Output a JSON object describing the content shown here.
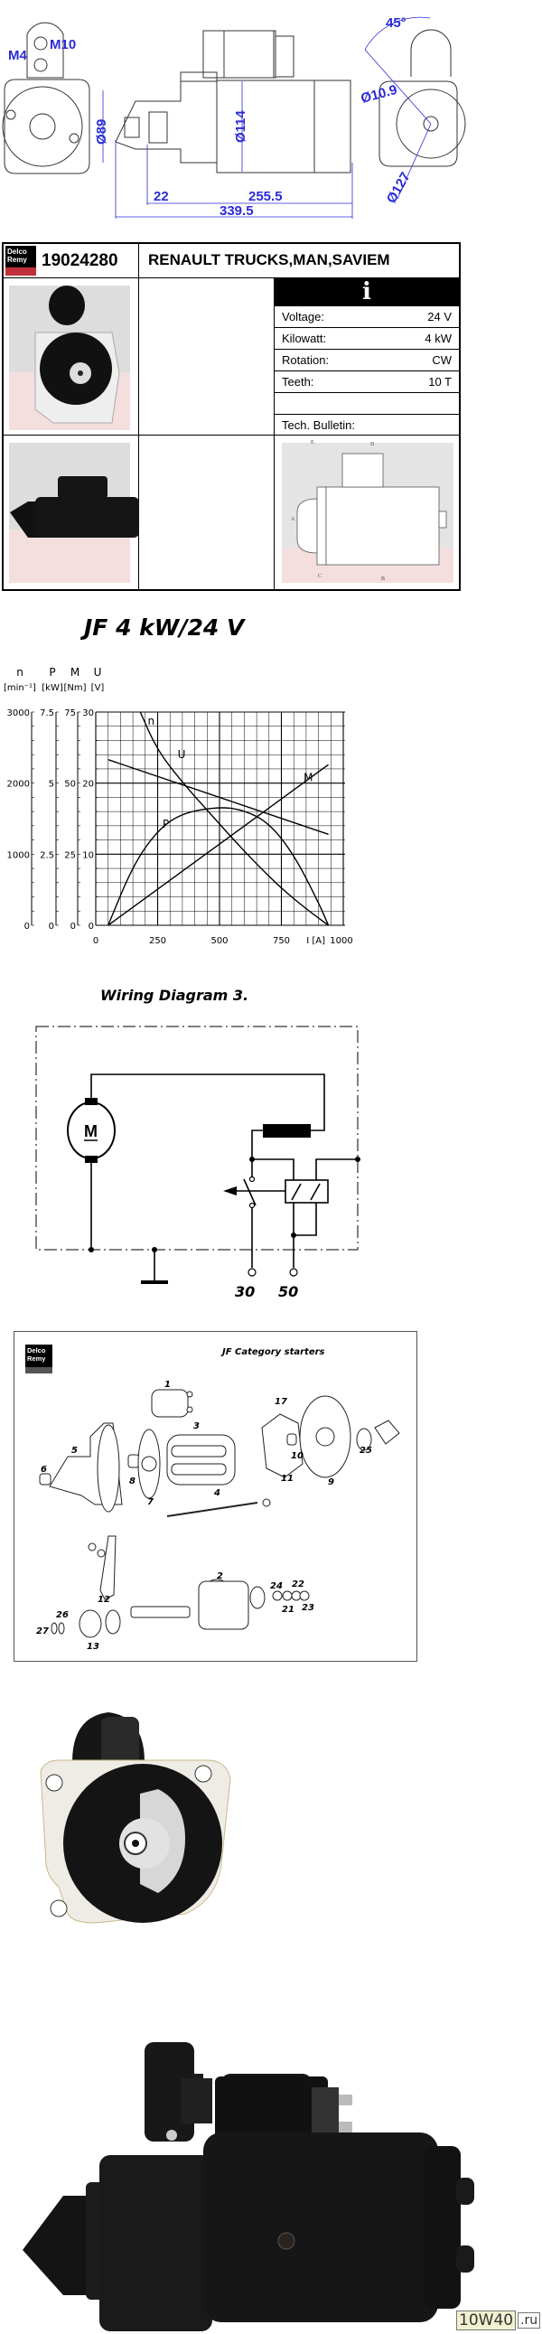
{
  "drawing": {
    "labels": {
      "m10": "M10",
      "m4": "M4",
      "d89": "Ø89",
      "d114": "Ø114",
      "l22": "22",
      "l255": "255.5",
      "l339": "339.5",
      "angle": "45°",
      "d109": "Ø10.9",
      "d127": "Ø127"
    },
    "colors": {
      "dimension": "#2b2bd6"
    }
  },
  "product": {
    "brand_logo": "Delco Remy",
    "part_number": "19024280",
    "applications": "RENAULT TRUCKS,MAN,SAVIEM",
    "info_icon": "i",
    "specs": [
      {
        "label": "Voltage:",
        "value": "24 V"
      },
      {
        "label": "Kilowatt:",
        "value": "4 kW"
      },
      {
        "label": "Rotation:",
        "value": "CW"
      },
      {
        "label": "Teeth:",
        "value": "10 T"
      },
      {
        "label": "",
        "value": ""
      },
      {
        "label": "Tech. Bulletin:",
        "value": ""
      }
    ],
    "tech_drawing_labels": {
      "a": "A",
      "b": "B",
      "c": "C",
      "d": "D",
      "e": "E"
    }
  },
  "chart_data": {
    "type": "line",
    "title": "JF 4 kW/24 V",
    "xlabel": "I [A]",
    "x_ticks": [
      "0",
      "250",
      "500",
      "750",
      "1000"
    ],
    "xlim": [
      0,
      1000
    ],
    "axes": [
      {
        "symbol": "n",
        "unit": "[min⁻¹]",
        "ticks": [
          "0",
          "1000",
          "2000",
          "3000"
        ],
        "range": [
          0,
          3000
        ]
      },
      {
        "symbol": "P",
        "unit": "[kW]",
        "ticks": [
          "0",
          "2.5",
          "5",
          "7.5"
        ],
        "range": [
          0,
          7.5
        ]
      },
      {
        "symbol": "M",
        "unit": "[Nm]",
        "ticks": [
          "0",
          "25",
          "50",
          "75"
        ],
        "range": [
          0,
          75
        ]
      },
      {
        "symbol": "U",
        "unit": "[V]",
        "ticks": [
          "0",
          "10",
          "20",
          "30"
        ],
        "range": [
          0,
          30
        ]
      }
    ],
    "grid": true,
    "series": [
      {
        "name": "n",
        "axis": 0,
        "points": [
          [
            180,
            3000
          ],
          [
            250,
            2450
          ],
          [
            365,
            1950
          ],
          [
            450,
            1620
          ],
          [
            550,
            1230
          ],
          [
            650,
            860
          ],
          [
            750,
            520
          ],
          [
            850,
            230
          ],
          [
            940,
            0
          ]
        ]
      },
      {
        "name": "U",
        "axis": 3,
        "points": [
          [
            50,
            23.3
          ],
          [
            940,
            12.8
          ]
        ]
      },
      {
        "name": "M",
        "axis": 2,
        "points": [
          [
            50,
            0
          ],
          [
            940,
            56.5
          ]
        ]
      },
      {
        "name": "P",
        "axis": 1,
        "points": [
          [
            50,
            0
          ],
          [
            150,
            2.1
          ],
          [
            250,
            3.35
          ],
          [
            350,
            3.95
          ],
          [
            500,
            4.17
          ],
          [
            600,
            4.05
          ],
          [
            700,
            3.6
          ],
          [
            800,
            2.5
          ],
          [
            900,
            0.8
          ],
          [
            940,
            0
          ]
        ]
      }
    ]
  },
  "wiring": {
    "title": "Wiring Diagram 3.",
    "motor_label": "M",
    "terminal_30": "30",
    "terminal_50": "50"
  },
  "exploded": {
    "logo": "Delco Remy",
    "title": "JF Category starters",
    "parts": [
      "1",
      "2",
      "3",
      "4",
      "5",
      "6",
      "7",
      "8",
      "9",
      "10",
      "11",
      "12",
      "13",
      "17",
      "21",
      "22",
      "23",
      "24",
      "25",
      "26",
      "27"
    ]
  },
  "watermark": {
    "main": "10W40",
    ".ru": ".ru"
  }
}
